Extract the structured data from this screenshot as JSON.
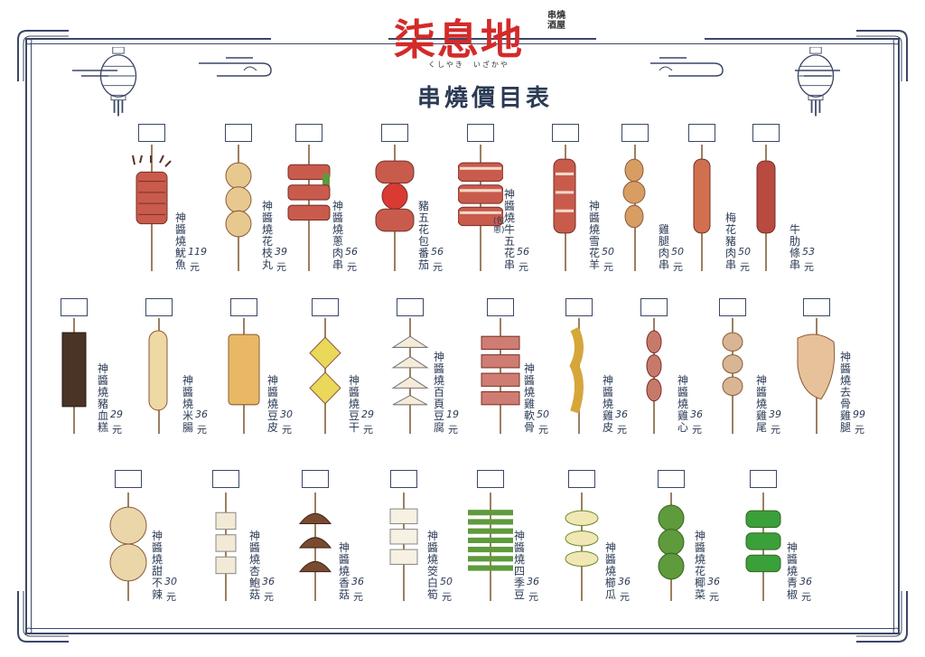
{
  "brand": {
    "name": "柒息地",
    "side": "串燒酒屋",
    "kana": "くしやき　いざかや",
    "subtitle": "串燒價目表"
  },
  "currency": "元",
  "colors": {
    "ink": "#2b3a55",
    "accent": "#d42a2a"
  },
  "rows": [
    [
      {
        "label": "神醬燒魷魚",
        "price": "119",
        "food": "squid"
      },
      {
        "label": "神醬燒花枝丸",
        "price": "39",
        "food": "balls"
      },
      {
        "label": "神醬燒蔥肉串",
        "price": "56",
        "food": "scallion-pork"
      },
      {
        "label": "豬五花包番茄",
        "price": "56",
        "food": "tomato-roll"
      },
      {
        "label": "神醬燒牛五花串",
        "price": "56",
        "note": "(包蔥)",
        "food": "beef-roll"
      },
      {
        "label": "神醬燒雪花羊",
        "price": "50",
        "food": "lamb"
      },
      {
        "label": "雞腿肉串",
        "price": "50",
        "food": "chicken"
      },
      {
        "label": "梅花豬肉串",
        "price": "50",
        "food": "pork-loin"
      },
      {
        "label": "牛肋條串",
        "price": "53",
        "food": "beef-rib"
      }
    ],
    [
      {
        "label": "神醬燒豬血糕",
        "price": "29",
        "food": "blood-cake"
      },
      {
        "label": "神醬燒米腸",
        "price": "36",
        "food": "rice-sausage"
      },
      {
        "label": "神醬燒豆皮",
        "price": "30",
        "food": "tofu-skin"
      },
      {
        "label": "神醬燒豆干",
        "price": "29",
        "food": "dried-tofu"
      },
      {
        "label": "神醬燒百頁豆腐",
        "price": "19",
        "food": "tofu"
      },
      {
        "label": "神醬燒雞軟骨",
        "price": "50",
        "food": "cartilage"
      },
      {
        "label": "神醬燒雞皮",
        "price": "36",
        "food": "chicken-skin"
      },
      {
        "label": "神醬燒雞心",
        "price": "36",
        "food": "heart"
      },
      {
        "label": "神醬燒雞尾",
        "price": "39",
        "food": "tail"
      },
      {
        "label": "神醬燒去骨雞腿",
        "price": "99",
        "food": "thigh"
      }
    ],
    [
      {
        "label": "神醬燒甜不辣",
        "price": "30",
        "food": "tempura"
      },
      {
        "label": "神醬燒杏鮑菇",
        "price": "36",
        "food": "king-oyster"
      },
      {
        "label": "神醬燒香菇",
        "price": "36",
        "food": "shiitake"
      },
      {
        "label": "神醬燒筊白筍",
        "price": "50",
        "food": "water-bamboo"
      },
      {
        "label": "神醬燒四季豆",
        "price": "36",
        "food": "green-beans"
      },
      {
        "label": "神醬燒櫛瓜",
        "price": "36",
        "food": "zucchini"
      },
      {
        "label": "神醬燒花椰菜",
        "price": "36",
        "food": "broccoli"
      },
      {
        "label": "神醬燒青椒",
        "price": "36",
        "food": "pepper"
      }
    ]
  ]
}
